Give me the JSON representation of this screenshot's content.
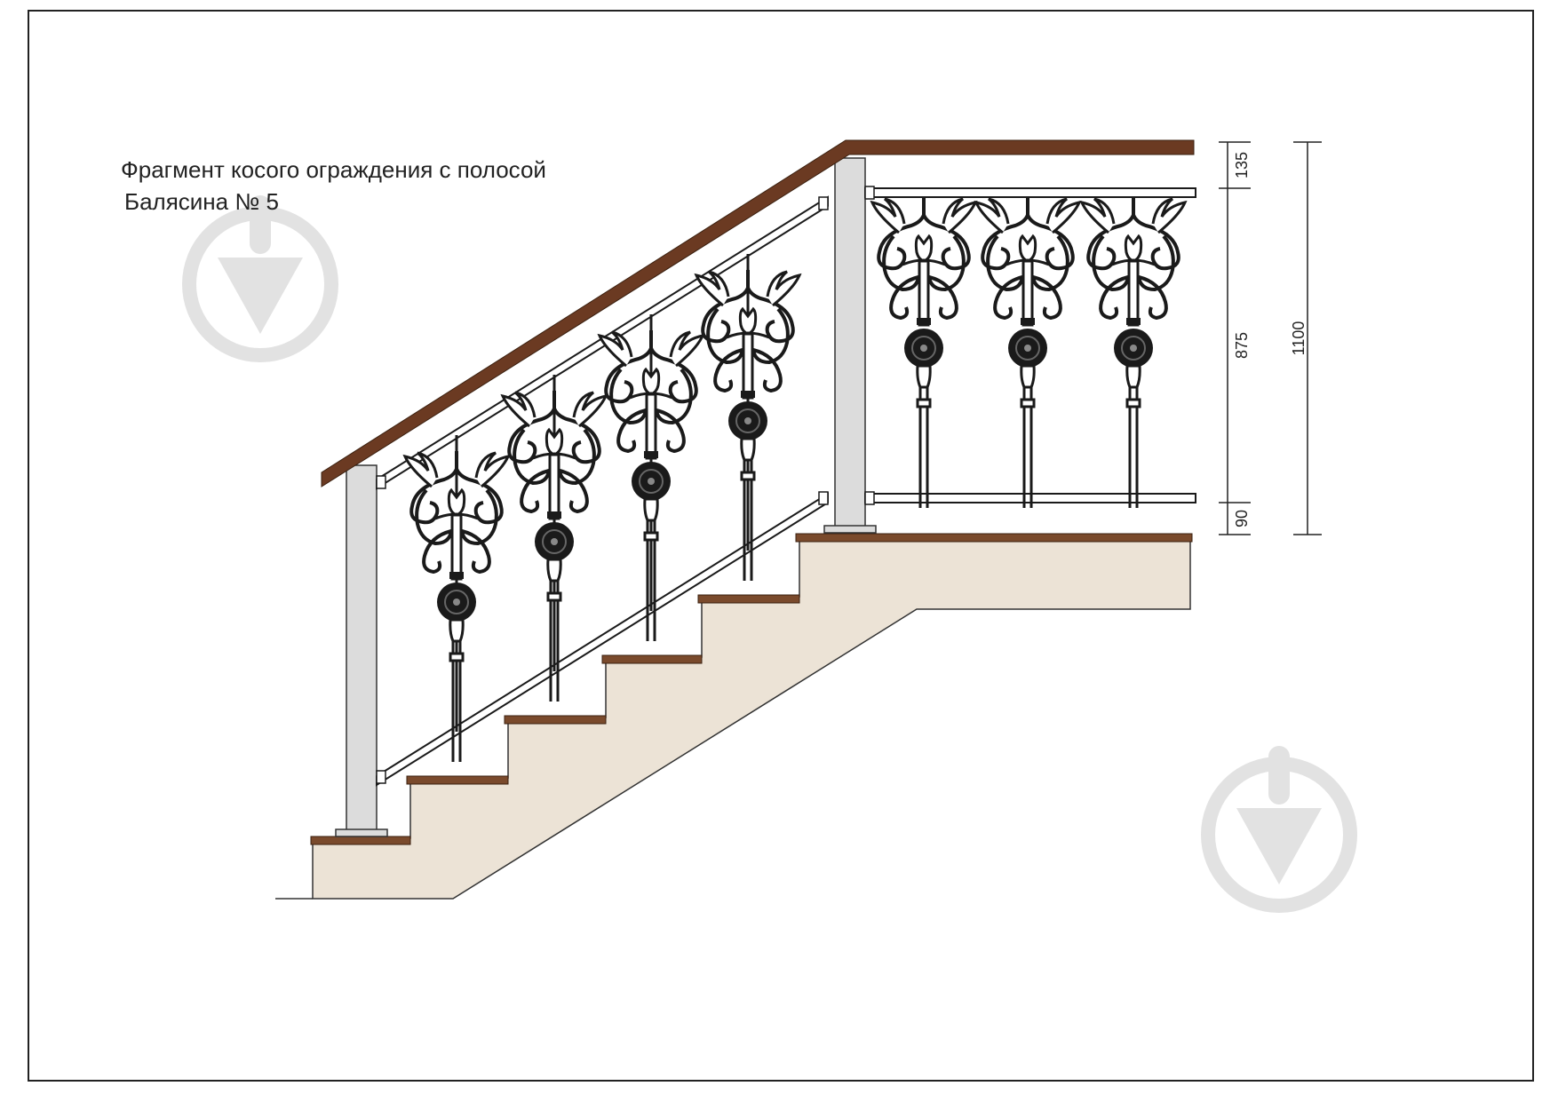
{
  "drawing": {
    "title_line1": "Фрагмент косого ограждения с полосой",
    "title_line2": "Балясина № 5"
  },
  "dimensions": {
    "top_gap": "135",
    "panel_height": "875",
    "bottom_gap": "90",
    "total_height": "1100"
  },
  "colors": {
    "handrail": "#6b3a22",
    "tread": "#7a4a2c",
    "stair_body": "#ece3d6",
    "post": "#dcdcdc",
    "iron": "#1a1a1a",
    "watermark": "#e2e2e2"
  },
  "icons": {
    "watermark": "down-arrow-circle-icon"
  }
}
